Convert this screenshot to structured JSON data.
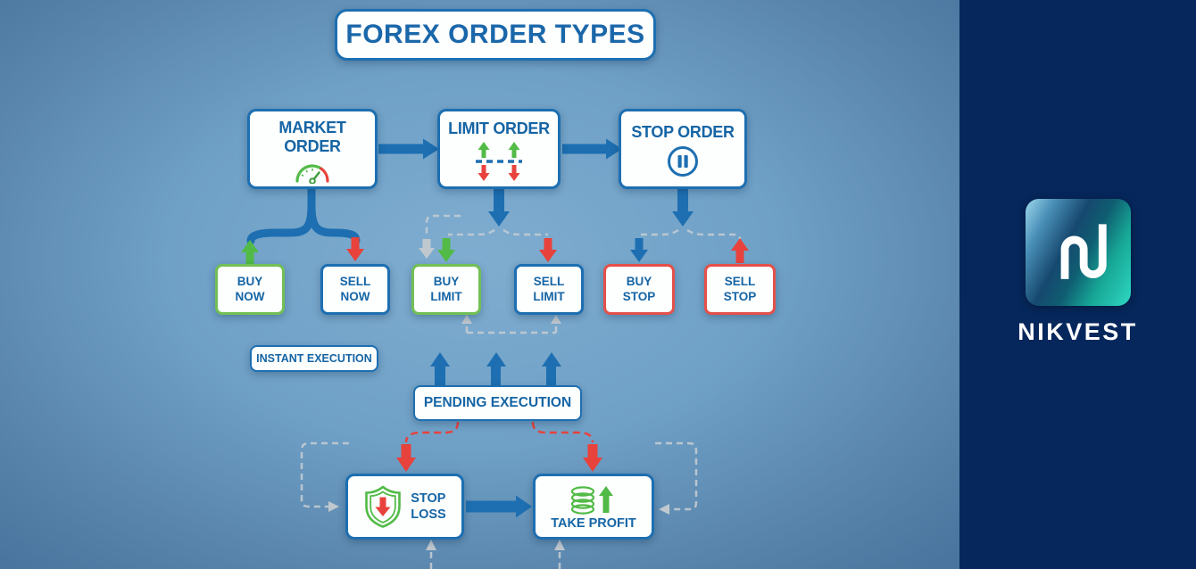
{
  "title": "FOREX ORDER TYPES",
  "colors": {
    "blue": "#1d6fb1",
    "text_blue": "#1565a5",
    "green": "#52bb47",
    "green_border": "#72c055",
    "red": "#e8423c",
    "red_border": "#e4504a",
    "gray_dash": "#c7ced4",
    "panel_navy": "#06275c",
    "bg_center": "#7fadd0",
    "bg_edge": "#49759e"
  },
  "main_nodes": {
    "market_order": {
      "label": "MARKET ORDER",
      "icon": "gauge-icon"
    },
    "limit_order": {
      "label": "LIMIT ORDER",
      "icon": "limit-range-arrows-icon"
    },
    "stop_order": {
      "label": "STOP ORDER",
      "icon": "pause-icon"
    }
  },
  "action_nodes": {
    "buy_now": {
      "line1": "BUY",
      "line2": "NOW"
    },
    "sell_now": {
      "line1": "SELL",
      "line2": "NOW"
    },
    "buy_limit": {
      "line1": "BUY",
      "line2": "LIMIT"
    },
    "sell_limit": {
      "line1": "SELL",
      "line2": "LIMIT"
    },
    "buy_stop": {
      "line1": "BUY",
      "line2": "STOP"
    },
    "sell_stop": {
      "line1": "SELL",
      "line2": "STOP"
    }
  },
  "execution": {
    "instant": {
      "label": "INSTANT EXECUTION"
    },
    "pending": {
      "label": "PENDING EXECUTION"
    }
  },
  "risk_nodes": {
    "stop_loss": {
      "line1": "STOP",
      "line2": "LOSS",
      "icon": "shield-down-arrow-icon"
    },
    "take_profit": {
      "label": "TAKE PROFIT",
      "icon": "coins-up-arrow-icon"
    }
  },
  "brand": {
    "name": "NIKVEST",
    "logo_icon": "nikvest-wave-icon"
  }
}
